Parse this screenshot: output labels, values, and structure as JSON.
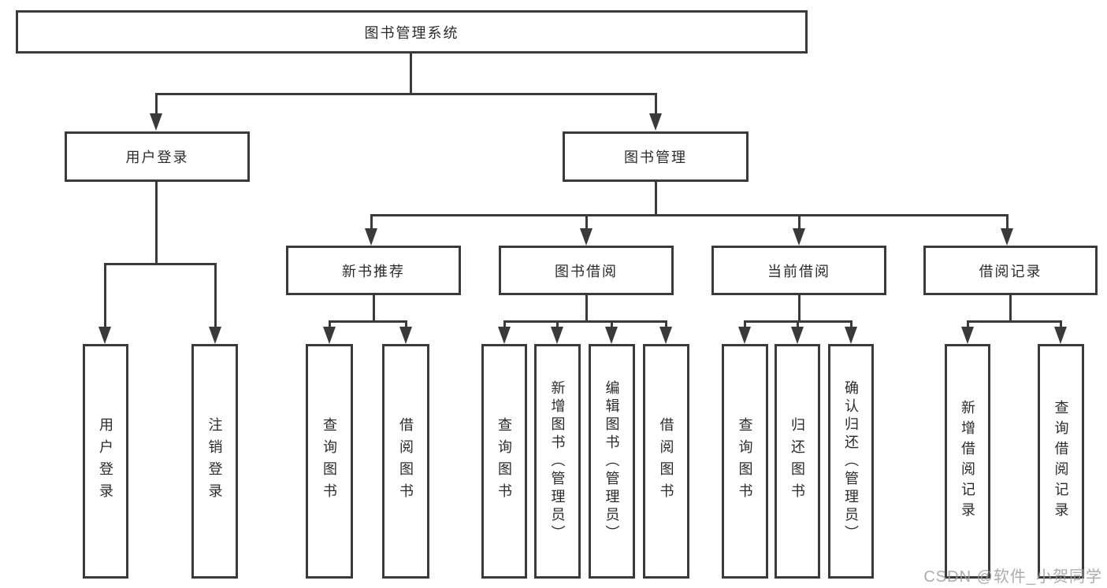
{
  "diagram": {
    "type": "hierarchy-tree",
    "root": {
      "label": "图书管理系统"
    },
    "level2": [
      {
        "label": "用户登录",
        "children": [
          "用户登录",
          "注销登录"
        ]
      },
      {
        "label": "图书管理",
        "children": [
          {
            "label": "新书推荐",
            "children": [
              "查询图书",
              "借阅图书"
            ]
          },
          {
            "label": "图书借阅",
            "children": [
              "查询图书",
              "新增图书（管理员）",
              "编辑图书（管理员）",
              "借阅图书"
            ]
          },
          {
            "label": "当前借阅",
            "children": [
              "查询图书",
              "归还图书",
              "确认归还（管理员）"
            ]
          },
          {
            "label": "借阅记录",
            "children": [
              "新增借阅记录",
              "查询借阅记录"
            ]
          }
        ]
      }
    ]
  },
  "watermark": {
    "text": "CSDN @软件_小贺同学"
  },
  "colors": {
    "line": "#3a3a3a",
    "text": "#2b2b2b",
    "background": "#ffffff",
    "watermark": "#9e9e9e"
  }
}
